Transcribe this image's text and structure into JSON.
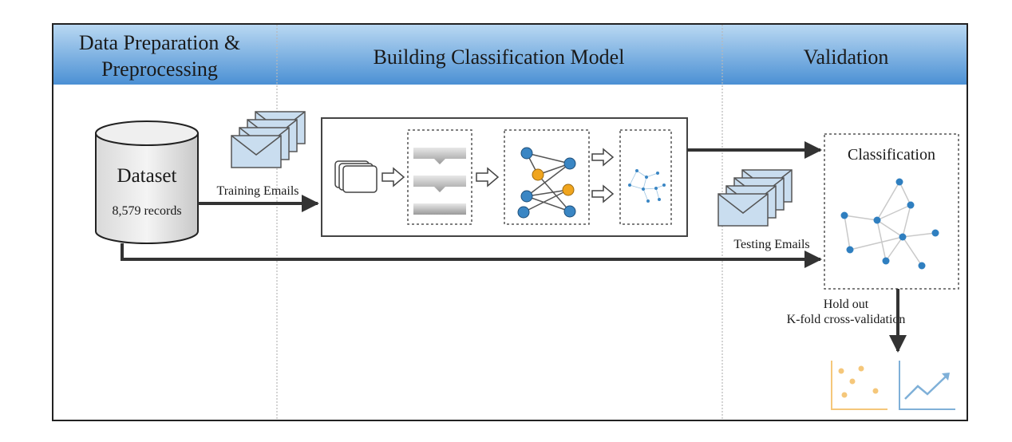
{
  "header": {
    "sections": [
      {
        "title_lines": [
          "Data Preparation &",
          "Preprocessing"
        ]
      },
      {
        "title_lines": [
          "Building Classification Model"
        ]
      },
      {
        "title_lines": [
          "Validation"
        ]
      }
    ]
  },
  "dataset": {
    "title": "Dataset",
    "records": "8,579 records"
  },
  "labels": {
    "training_emails": "Training Emails",
    "testing_emails": "Testing Emails",
    "classification": "Classification",
    "validation_methods": [
      "Hold out",
      "K-fold cross-validation"
    ]
  },
  "colors": {
    "header_top": "#a9cdee",
    "header_bottom": "#4f95d8",
    "node_blue": "#3a86c4",
    "node_orange": "#f0a51e",
    "envelope_fill": "#c9ddef",
    "chart_orange": "#f5c77a",
    "chart_blue": "#7fb0d8"
  }
}
